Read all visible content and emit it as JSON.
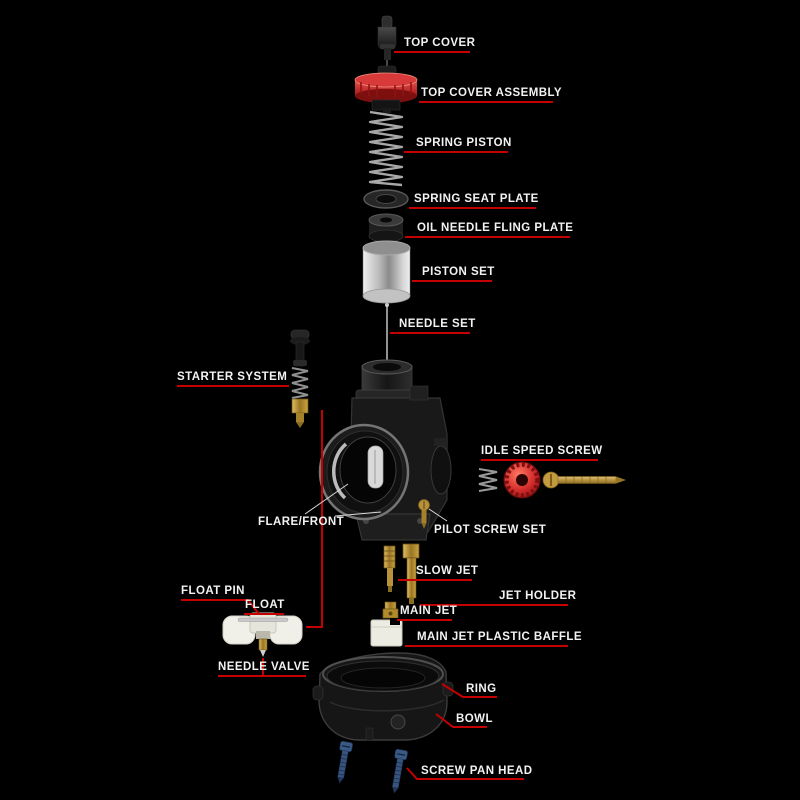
{
  "colors": {
    "background": "#000000",
    "leader": "#c40000",
    "thin_leader": "#d8d8d8",
    "text": "#f2f2f2",
    "brass": "#c2a13f",
    "chrome": "#c0c0c0",
    "red_part": "#c01818"
  },
  "labels": {
    "top_cover": "TOP COVER",
    "top_cover_assembly": "TOP COVER ASSEMBLY",
    "spring_piston": "SPRING PISTON",
    "spring_seat_plate": "SPRING SEAT PLATE",
    "oil_needle_fling_plate": "OIL NEEDLE FLING PLATE",
    "piston_set": "PISTON SET",
    "needle_set": "NEEDLE SET",
    "starter_system": "STARTER SYSTEM",
    "idle_speed_screw": "IDLE SPEED SCREW",
    "flare_front": "FLARE/FRONT",
    "pilot_screw_set": "PILOT SCREW SET",
    "slow_jet": "SLOW JET",
    "jet_holder": "JET HOLDER",
    "float_pin": "FLOAT PIN",
    "float": "FLOAT",
    "main_jet": "MAIN JET",
    "main_jet_plastic_baffle": "MAIN JET PLASTIC BAFFLE",
    "needle_valve": "NEEDLE VALVE",
    "ring": "RING",
    "bowl": "BOWL",
    "screw_pan_head": "SCREW PAN HEAD"
  }
}
